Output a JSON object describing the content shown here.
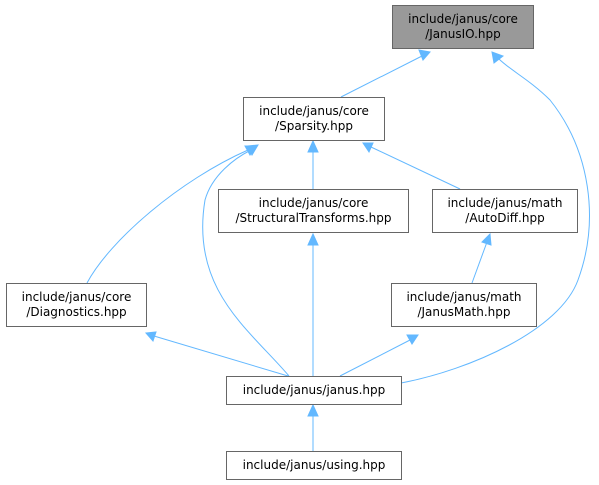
{
  "diagram": {
    "nodes": [
      {
        "id": "janusio",
        "lines": [
          "include/janus/core",
          "/JanusIO.hpp"
        ],
        "highlight": true
      },
      {
        "id": "sparsity",
        "lines": [
          "include/janus/core",
          "/Sparsity.hpp"
        ]
      },
      {
        "id": "structural",
        "lines": [
          "include/janus/core",
          "/StructuralTransforms.hpp"
        ]
      },
      {
        "id": "autodiff",
        "lines": [
          "include/janus/math",
          "/AutoDiff.hpp"
        ]
      },
      {
        "id": "diagnostics",
        "lines": [
          "include/janus/core",
          "/Diagnostics.hpp"
        ]
      },
      {
        "id": "janusmath",
        "lines": [
          "include/janus/math",
          "/JanusMath.hpp"
        ]
      },
      {
        "id": "janus",
        "lines": [
          "include/janus/janus.hpp"
        ]
      },
      {
        "id": "using",
        "lines": [
          "include/janus/using.hpp"
        ]
      }
    ],
    "edges": [
      {
        "from": "sparsity",
        "to": "janusio"
      },
      {
        "from": "janus",
        "to": "janusio"
      },
      {
        "from": "structural",
        "to": "sparsity"
      },
      {
        "from": "autodiff",
        "to": "sparsity"
      },
      {
        "from": "diagnostics",
        "to": "sparsity"
      },
      {
        "from": "janus",
        "to": "sparsity"
      },
      {
        "from": "janus",
        "to": "structural"
      },
      {
        "from": "janusmath",
        "to": "autodiff"
      },
      {
        "from": "janus",
        "to": "diagnostics"
      },
      {
        "from": "janus",
        "to": "janusmath"
      },
      {
        "from": "using",
        "to": "janus"
      }
    ],
    "colors": {
      "edge": "#63b8ff",
      "node_border": "#666666",
      "highlight_fill": "#999999",
      "node_fill": "#ffffff"
    }
  }
}
